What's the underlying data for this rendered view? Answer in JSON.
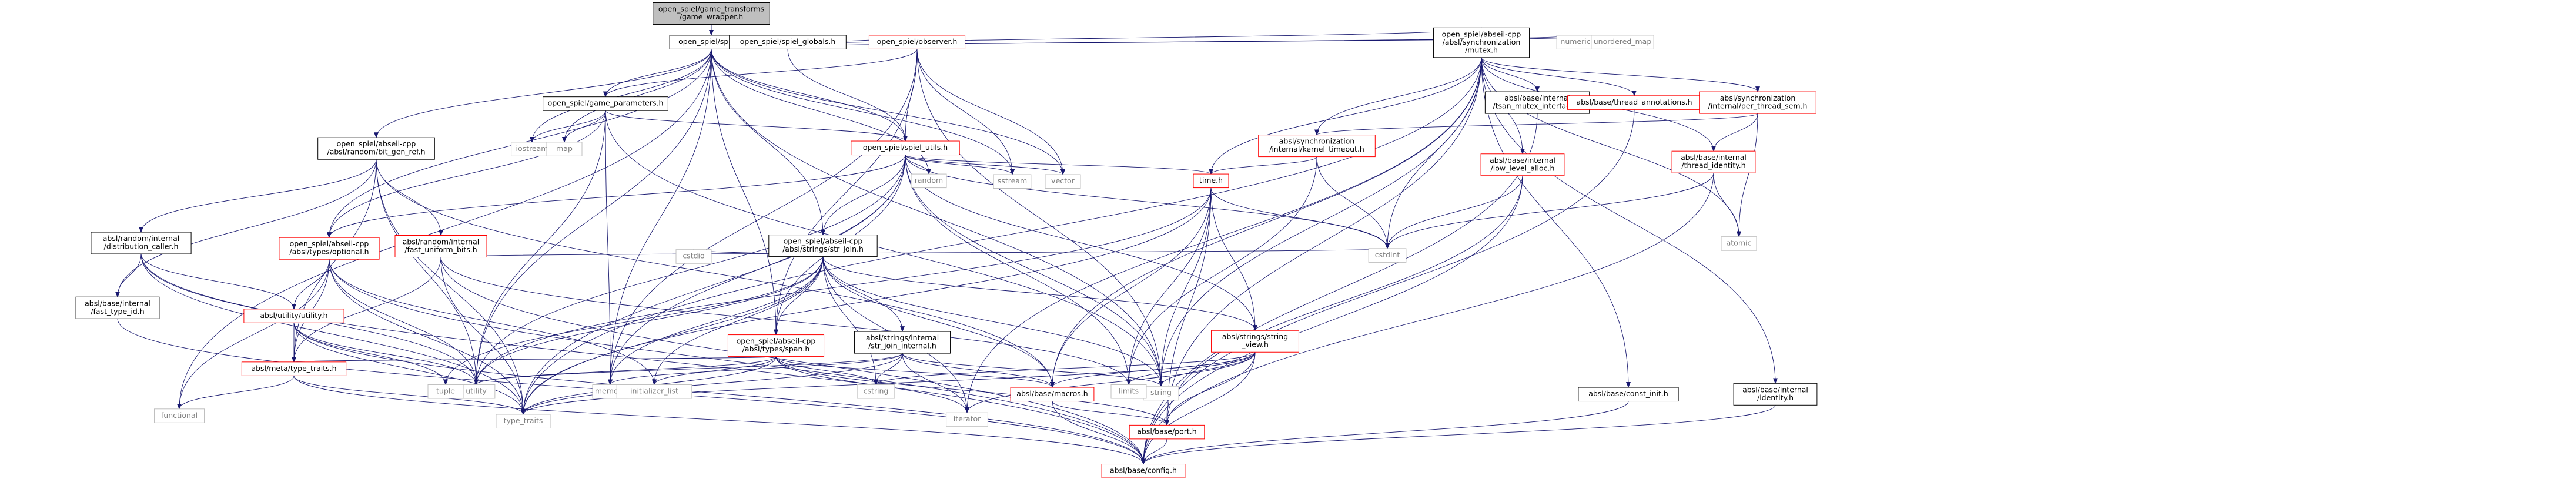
{
  "colors": {
    "edge": "#191970",
    "node_border_black": "#000000",
    "node_border_red": "#ff0000",
    "node_border_grey": "#bfbfbf",
    "root_fill": "#bfbfbf",
    "node_fill": "#ffffff",
    "text": "#000000",
    "grey_text": "#7f7f7f"
  },
  "nodes": {
    "root": {
      "line1": "open_spiel/game_transforms",
      "line2": "/game_wrapper.h",
      "style": "root"
    },
    "spiel_h": {
      "line1": "open_spiel/spiel.h",
      "style": "black"
    },
    "functional": {
      "line1": "functional",
      "style": "grey"
    },
    "utility": {
      "line1": "utility",
      "style": "grey"
    },
    "memory": {
      "line1": "memory",
      "style": "grey"
    },
    "iostream": {
      "line1": "iostream",
      "style": "grey"
    },
    "map": {
      "line1": "map",
      "style": "grey"
    },
    "random": {
      "line1": "random",
      "style": "grey"
    },
    "sstream": {
      "line1": "sstream",
      "style": "grey"
    },
    "vector": {
      "line1": "vector",
      "style": "grey"
    },
    "string": {
      "line1": "string",
      "style": "grey"
    },
    "numeric": {
      "line1": "numeric",
      "style": "grey"
    },
    "unordered_map": {
      "line1": "unordered_map",
      "style": "grey"
    },
    "cstdint": {
      "line1": "cstdint",
      "style": "grey"
    },
    "atomic": {
      "line1": "atomic",
      "style": "grey"
    },
    "cstdio": {
      "line1": "cstdio",
      "style": "grey"
    },
    "cstring": {
      "line1": "cstring",
      "style": "grey"
    },
    "limits": {
      "line1": "limits",
      "style": "grey"
    },
    "iterator": {
      "line1": "iterator",
      "style": "grey"
    },
    "tuple": {
      "line1": "tuple",
      "style": "grey"
    },
    "initializer_list": {
      "line1": "initializer_list",
      "style": "grey"
    },
    "type_traits": {
      "line1": "type_traits",
      "style": "grey"
    },
    "spiel_globals": {
      "line1": "open_spiel/spiel_globals.h",
      "style": "black"
    },
    "observer": {
      "line1": "open_spiel/observer.h",
      "style": "red"
    },
    "game_parameters": {
      "line1": "open_spiel/game_parameters.h",
      "style": "black"
    },
    "spiel_utils": {
      "line1": "open_spiel/spiel_utils.h",
      "style": "red"
    },
    "bit_gen_ref": {
      "line1": "open_spiel/abseil-cpp",
      "line2": "/absl/random/bit_gen_ref.h",
      "style": "black"
    },
    "distribution_caller": {
      "line1": "absl/random/internal",
      "line2": "/distribution_caller.h",
      "style": "black"
    },
    "fast_type_id": {
      "line1": "absl/base/internal",
      "line2": "/fast_type_id.h",
      "style": "black"
    },
    "optional": {
      "line1": "open_spiel/abseil-cpp",
      "line2": "/absl/types/optional.h",
      "style": "red"
    },
    "fast_uniform_bits": {
      "line1": "absl/random/internal",
      "line2": "/fast_uniform_bits.h",
      "style": "red"
    },
    "str_join": {
      "line1": "open_spiel/abseil-cpp",
      "line2": "/absl/strings/str_join.h",
      "style": "black"
    },
    "span": {
      "line1": "open_spiel/abseil-cpp",
      "line2": "/absl/types/span.h",
      "style": "red"
    },
    "str_join_internal": {
      "line1": "absl/strings/internal",
      "line2": "/str_join_internal.h",
      "style": "black"
    },
    "utility_h": {
      "line1": "absl/utility/utility.h",
      "style": "red"
    },
    "type_traits_h": {
      "line1": "absl/meta/type_traits.h",
      "style": "red"
    },
    "time_h": {
      "line1": "time.h",
      "style": "red"
    },
    "string_view": {
      "line1": "absl/strings/string",
      "line2": "_view.h",
      "style": "red"
    },
    "macros": {
      "line1": "absl/base/macros.h",
      "style": "red"
    },
    "port": {
      "line1": "absl/base/port.h",
      "style": "red"
    },
    "config": {
      "line1": "absl/base/config.h",
      "style": "red"
    },
    "mutex": {
      "line1": "open_spiel/abseil-cpp",
      "line2": "/absl/synchronization",
      "line3": "/mutex.h",
      "style": "black"
    },
    "tsan_mutex": {
      "line1": "absl/base/internal",
      "line2": "/tsan_mutex_interface.h",
      "style": "black"
    },
    "thread_annotations": {
      "line1": "absl/base/thread_annotations.h",
      "style": "red"
    },
    "per_thread_sem": {
      "line1": "absl/synchronization",
      "line2": "/internal/per_thread_sem.h",
      "style": "red"
    },
    "kernel_timeout": {
      "line1": "absl/synchronization",
      "line2": "/internal/kernel_timeout.h",
      "style": "red"
    },
    "thread_identity": {
      "line1": "absl/base/internal",
      "line2": "/thread_identity.h",
      "style": "red"
    },
    "low_level_alloc": {
      "line1": "absl/base/internal",
      "line2": "/low_level_alloc.h",
      "style": "red"
    },
    "const_init": {
      "line1": "absl/base/const_init.h",
      "style": "black"
    },
    "identity": {
      "line1": "absl/base/internal",
      "line2": "/identity.h",
      "style": "black"
    }
  },
  "edges": [
    [
      "root",
      "spiel_h"
    ],
    [
      "spiel_h",
      "functional"
    ],
    [
      "spiel_h",
      "utility"
    ],
    [
      "spiel_h",
      "memory"
    ],
    [
      "spiel_h",
      "iostream"
    ],
    [
      "spiel_h",
      "map"
    ],
    [
      "spiel_h",
      "random"
    ],
    [
      "spiel_h",
      "sstream"
    ],
    [
      "spiel_h",
      "vector"
    ],
    [
      "spiel_h",
      "string"
    ],
    [
      "spiel_h",
      "numeric"
    ],
    [
      "spiel_h",
      "unordered_map"
    ],
    [
      "spiel_h",
      "spiel_globals"
    ],
    [
      "spiel_h",
      "observer"
    ],
    [
      "spiel_h",
      "game_parameters"
    ],
    [
      "spiel_h",
      "spiel_utils"
    ],
    [
      "spiel_h",
      "bit_gen_ref"
    ],
    [
      "spiel_h",
      "optional"
    ],
    [
      "spiel_h",
      "str_join"
    ],
    [
      "spiel_h",
      "span"
    ],
    [
      "spiel_h",
      "mutex"
    ],
    [
      "spiel_globals",
      "spiel_utils"
    ],
    [
      "observer",
      "game_parameters"
    ],
    [
      "observer",
      "spiel_utils"
    ],
    [
      "observer",
      "vector"
    ],
    [
      "observer",
      "string"
    ],
    [
      "observer",
      "sstream"
    ],
    [
      "observer",
      "span"
    ],
    [
      "observer",
      "memory"
    ],
    [
      "game_parameters",
      "iostream"
    ],
    [
      "game_parameters",
      "map"
    ],
    [
      "game_parameters",
      "memory"
    ],
    [
      "game_parameters",
      "string"
    ],
    [
      "game_parameters",
      "utility"
    ],
    [
      "game_parameters",
      "spiel_utils"
    ],
    [
      "game_parameters",
      "optional"
    ],
    [
      "spiel_utils",
      "random"
    ],
    [
      "spiel_utils",
      "sstream"
    ],
    [
      "spiel_utils",
      "vector"
    ],
    [
      "spiel_utils",
      "string"
    ],
    [
      "spiel_utils",
      "cstdint"
    ],
    [
      "spiel_utils",
      "time_h"
    ],
    [
      "spiel_utils",
      "str_join"
    ],
    [
      "spiel_utils",
      "optional"
    ],
    [
      "spiel_utils",
      "span"
    ],
    [
      "spiel_utils",
      "utility"
    ],
    [
      "spiel_utils",
      "memory"
    ],
    [
      "spiel_utils",
      "type_traits"
    ],
    [
      "spiel_utils",
      "limits"
    ],
    [
      "spiel_utils",
      "string_view"
    ],
    [
      "bit_gen_ref",
      "distribution_caller"
    ],
    [
      "bit_gen_ref",
      "fast_type_id"
    ],
    [
      "bit_gen_ref",
      "fast_uniform_bits"
    ],
    [
      "bit_gen_ref",
      "type_traits_h"
    ],
    [
      "bit_gen_ref",
      "macros"
    ],
    [
      "bit_gen_ref",
      "type_traits"
    ],
    [
      "bit_gen_ref",
      "utility"
    ],
    [
      "distribution_caller",
      "fast_type_id"
    ],
    [
      "distribution_caller",
      "utility_h"
    ],
    [
      "distribution_caller",
      "config"
    ],
    [
      "distribution_caller",
      "type_traits"
    ],
    [
      "distribution_caller",
      "utility"
    ],
    [
      "fast_type_id",
      "config"
    ],
    [
      "optional",
      "utility_h"
    ],
    [
      "optional",
      "type_traits_h"
    ],
    [
      "optional",
      "functional"
    ],
    [
      "optional",
      "initializer_list"
    ],
    [
      "optional",
      "type_traits"
    ],
    [
      "optional",
      "utility"
    ],
    [
      "optional",
      "config"
    ],
    [
      "fast_uniform_bits",
      "type_traits_h"
    ],
    [
      "fast_uniform_bits",
      "cstdint"
    ],
    [
      "fast_uniform_bits",
      "limits"
    ],
    [
      "fast_uniform_bits",
      "type_traits"
    ],
    [
      "fast_uniform_bits",
      "config"
    ],
    [
      "str_join",
      "str_join_internal"
    ],
    [
      "str_join",
      "span"
    ],
    [
      "str_join",
      "string_view"
    ],
    [
      "str_join",
      "macros"
    ],
    [
      "str_join",
      "cstdio"
    ],
    [
      "str_join",
      "cstring"
    ],
    [
      "str_join",
      "initializer_list"
    ],
    [
      "str_join",
      "iterator"
    ],
    [
      "str_join",
      "memory"
    ],
    [
      "str_join",
      "string"
    ],
    [
      "str_join",
      "tuple"
    ],
    [
      "str_join",
      "type_traits"
    ],
    [
      "str_join",
      "utility"
    ],
    [
      "str_join_internal",
      "iterator"
    ],
    [
      "str_join_internal",
      "cstring"
    ],
    [
      "str_join_internal",
      "memory"
    ],
    [
      "str_join_internal",
      "type_traits"
    ],
    [
      "str_join_internal",
      "utility"
    ],
    [
      "str_join_internal",
      "string"
    ],
    [
      "str_join_internal",
      "macros"
    ],
    [
      "span",
      "type_traits_h"
    ],
    [
      "span",
      "macros"
    ],
    [
      "span",
      "port"
    ],
    [
      "span",
      "iterator"
    ],
    [
      "span",
      "type_traits"
    ],
    [
      "span",
      "utility"
    ],
    [
      "span",
      "initializer_list"
    ],
    [
      "span",
      "cstring"
    ],
    [
      "utility_h",
      "type_traits_h"
    ],
    [
      "utility_h",
      "tuple"
    ],
    [
      "utility_h",
      "utility"
    ],
    [
      "utility_h",
      "type_traits"
    ],
    [
      "utility_h",
      "config"
    ],
    [
      "type_traits_h",
      "functional"
    ],
    [
      "type_traits_h",
      "type_traits"
    ],
    [
      "type_traits_h",
      "config"
    ],
    [
      "time_h",
      "string_view"
    ],
    [
      "time_h",
      "macros"
    ],
    [
      "time_h",
      "port"
    ],
    [
      "time_h",
      "cstdint"
    ],
    [
      "time_h",
      "limits"
    ],
    [
      "time_h",
      "string"
    ],
    [
      "time_h",
      "type_traits"
    ],
    [
      "time_h",
      "utility"
    ],
    [
      "string_view",
      "macros"
    ],
    [
      "string_view",
      "port"
    ],
    [
      "string_view",
      "config"
    ],
    [
      "string_view",
      "limits"
    ],
    [
      "string_view",
      "iterator"
    ],
    [
      "string_view",
      "string"
    ],
    [
      "string_view",
      "cstring"
    ],
    [
      "string_view",
      "type_traits"
    ],
    [
      "macros",
      "port"
    ],
    [
      "macros",
      "config"
    ],
    [
      "port",
      "config"
    ],
    [
      "mutex",
      "tsan_mutex"
    ],
    [
      "mutex",
      "thread_annotations"
    ],
    [
      "mutex",
      "per_thread_sem"
    ],
    [
      "mutex",
      "kernel_timeout"
    ],
    [
      "mutex",
      "thread_identity"
    ],
    [
      "mutex",
      "low_level_alloc"
    ],
    [
      "mutex",
      "const_init"
    ],
    [
      "mutex",
      "identity"
    ],
    [
      "mutex",
      "time_h"
    ],
    [
      "mutex",
      "port"
    ],
    [
      "mutex",
      "atomic"
    ],
    [
      "mutex",
      "cstdint"
    ],
    [
      "mutex",
      "string"
    ],
    [
      "mutex",
      "iterator"
    ],
    [
      "mutex",
      "type_traits"
    ],
    [
      "mutex",
      "macros"
    ],
    [
      "tsan_mutex",
      "config"
    ],
    [
      "thread_annotations",
      "config"
    ],
    [
      "per_thread_sem",
      "thread_identity"
    ],
    [
      "per_thread_sem",
      "kernel_timeout"
    ],
    [
      "per_thread_sem",
      "atomic"
    ],
    [
      "kernel_timeout",
      "time_h"
    ],
    [
      "kernel_timeout",
      "cstdint"
    ],
    [
      "kernel_timeout",
      "limits"
    ],
    [
      "thread_identity",
      "atomic"
    ],
    [
      "thread_identity",
      "cstdint"
    ],
    [
      "thread_identity",
      "config"
    ],
    [
      "low_level_alloc",
      "cstdint"
    ],
    [
      "low_level_alloc",
      "port"
    ],
    [
      "low_level_alloc",
      "config"
    ],
    [
      "const_init",
      "config"
    ],
    [
      "identity",
      "config"
    ]
  ]
}
